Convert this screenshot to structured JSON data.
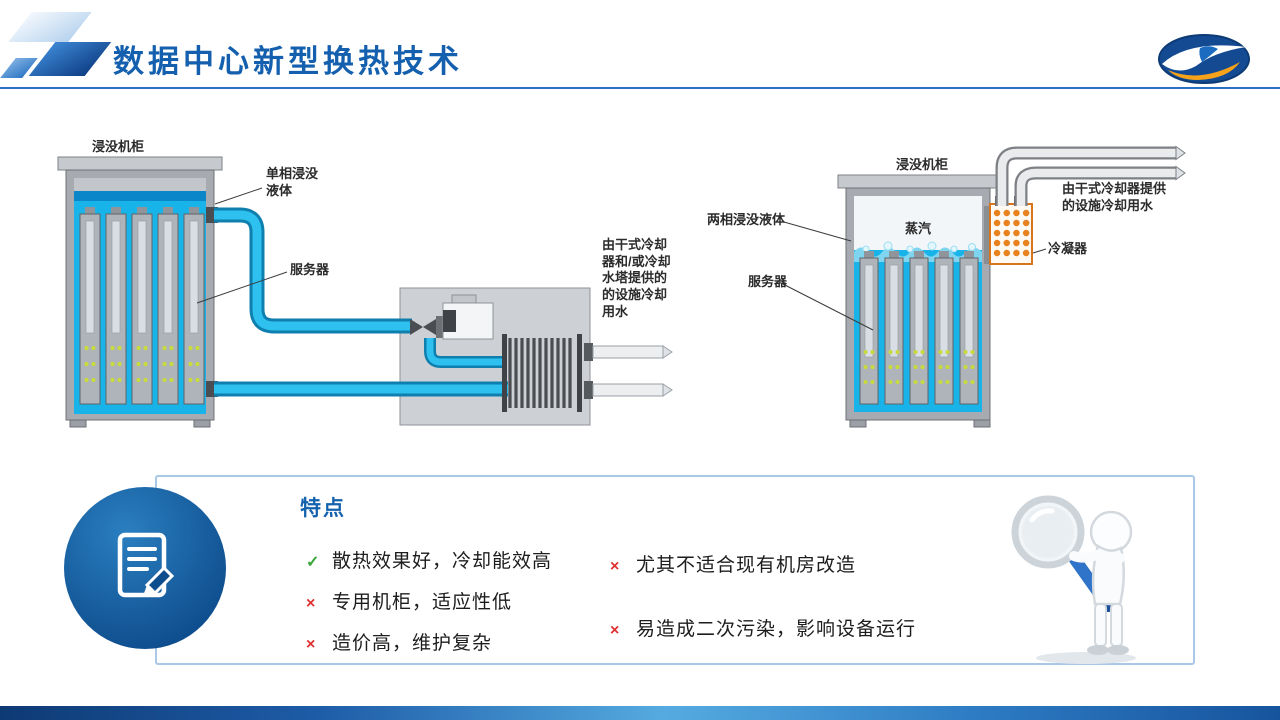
{
  "header": {
    "title": "数据中心新型换热技术"
  },
  "diagram_left": {
    "cabinet_label": "浸没机柜",
    "liquid_label": "单相浸没液体",
    "server_label": "服务器",
    "water_label": "由干式冷却器和/或冷却水塔提供的的设施冷却用水"
  },
  "diagram_right": {
    "cabinet_label": "浸没机柜",
    "vapor_label": "蒸汽",
    "liquid_label": "两相浸没液体",
    "server_label": "服务器",
    "condenser_label": "冷凝器",
    "water_label": "由干式冷却器提供的设施冷却用水"
  },
  "features": {
    "title": "特点",
    "items_left": [
      {
        "mark": "✓",
        "text": "散热效果好，冷却能效高"
      },
      {
        "mark": "×",
        "text": "专用机柜，适应性低"
      },
      {
        "mark": "×",
        "text": "造价高，维护复杂"
      }
    ],
    "items_right": [
      {
        "mark": "×",
        "text": "尤其不适合现有机房改造"
      },
      {
        "mark": "×",
        "text": "易造成二次污染，影响设备运行"
      }
    ]
  },
  "colors": {
    "title_blue": "#1460ae",
    "liquid_blue": "#18b4e9",
    "check_green": "#3aa73a",
    "cross_red": "#e03030",
    "condenser_orange": "#e8821e",
    "panel_border": "#a9c7e6",
    "badge_blue": "#0f4e8e"
  }
}
